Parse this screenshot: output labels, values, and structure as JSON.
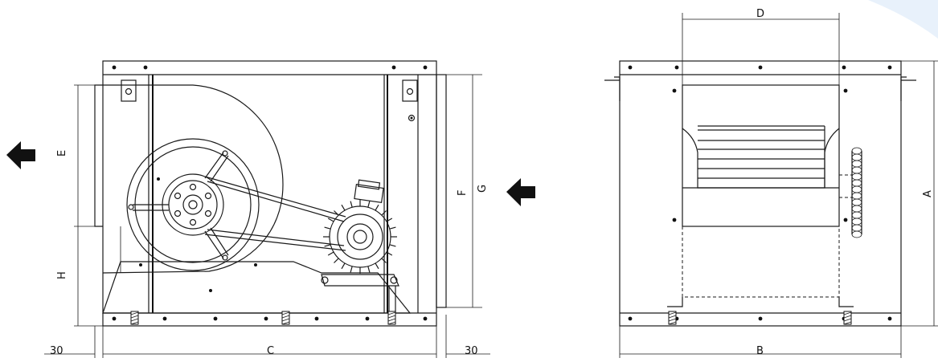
{
  "labels": {
    "a": "A",
    "b": "B",
    "c": "C",
    "d": "D",
    "e": "E",
    "f": "F",
    "g": "G",
    "h": "H",
    "offset_left": "30",
    "offset_right": "30"
  },
  "colors": {
    "line": "#1a1a1a",
    "accent": "#e8f1fb"
  },
  "icons": {
    "flow_left": "airflow-arrow-left-icon",
    "flow_right_view": "airflow-arrow-left-icon"
  }
}
